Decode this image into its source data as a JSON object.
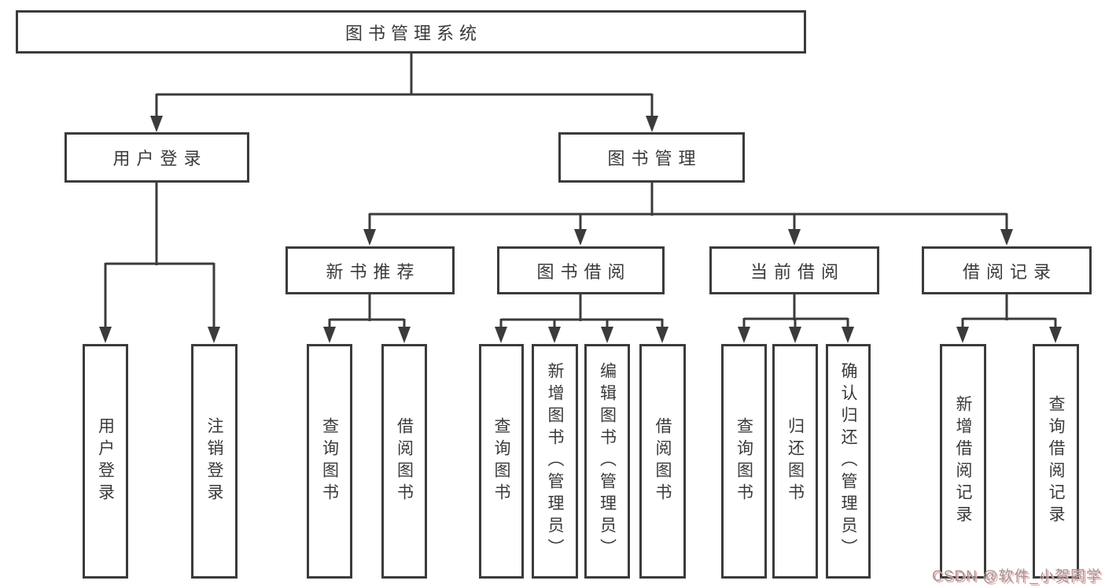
{
  "diagram": {
    "root": {
      "label": "图书管理系统"
    },
    "branches": [
      {
        "label": "用户登录",
        "children": [
          {
            "label": "用户登录"
          },
          {
            "label": "注销登录"
          }
        ]
      },
      {
        "label": "图书管理",
        "children": [
          {
            "label": "新书推荐",
            "children": [
              {
                "label": "查询图书"
              },
              {
                "label": "借阅图书"
              }
            ]
          },
          {
            "label": "图书借阅",
            "children": [
              {
                "label": "查询图书"
              },
              {
                "label": "新增图书（管理员）"
              },
              {
                "label": "编辑图书（管理员）"
              },
              {
                "label": "借阅图书"
              }
            ]
          },
          {
            "label": "当前借阅",
            "children": [
              {
                "label": "查询图书"
              },
              {
                "label": "归还图书"
              },
              {
                "label": "确认归还（管理员）"
              }
            ]
          },
          {
            "label": "借阅记录",
            "children": [
              {
                "label": "新增借阅记录"
              },
              {
                "label": "查询借阅记录"
              }
            ]
          }
        ]
      }
    ]
  },
  "watermark": {
    "text": "CSDN @软件_小贺同学"
  },
  "colors": {
    "line": "#3b3b3b",
    "text": "#3a3a3a",
    "background": "#ffffff",
    "watermark_text": "#9b9b9b",
    "watermark_shadow": "#f3a8a8"
  }
}
